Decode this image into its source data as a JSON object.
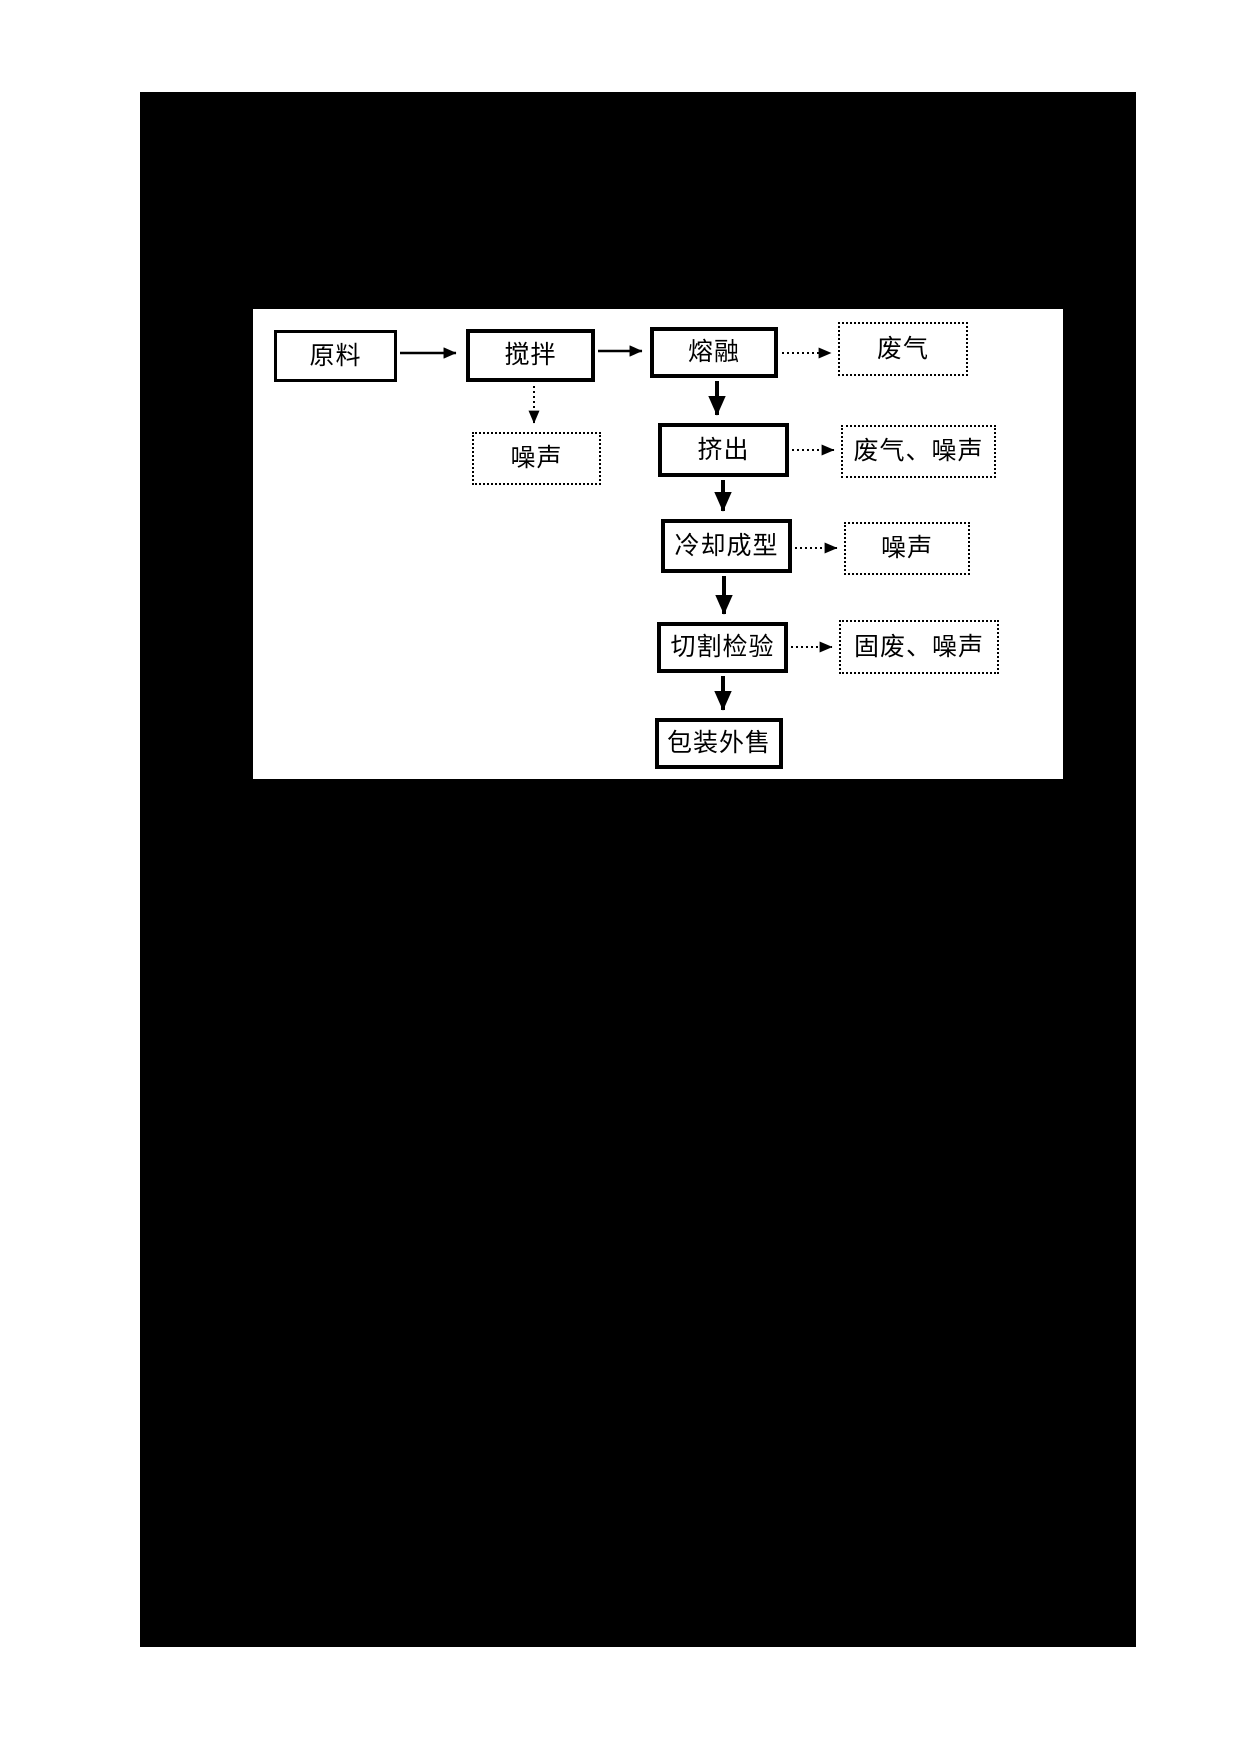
{
  "colors": {
    "page_margin": "#ffffff",
    "content_background": "#000000",
    "panel_background": "#ffffff",
    "line_color": "#000000"
  },
  "flowchart": {
    "process_steps": [
      {
        "id": "raw-material",
        "label": "原料"
      },
      {
        "id": "stirring",
        "label": "搅拌"
      },
      {
        "id": "melting",
        "label": "熔融"
      },
      {
        "id": "extrusion",
        "label": "挤出"
      },
      {
        "id": "cooling-forming",
        "label": "冷却成型"
      },
      {
        "id": "cutting-inspection",
        "label": "切割检验"
      },
      {
        "id": "packaging-sale",
        "label": "包装外售"
      }
    ],
    "emission_outputs": [
      {
        "id": "waste-gas",
        "label": "废气",
        "from": "melting"
      },
      {
        "id": "noise-from-stir",
        "label": "噪声",
        "from": "stirring"
      },
      {
        "id": "waste-gas-noise",
        "label": "废气、噪声",
        "from": "extrusion"
      },
      {
        "id": "noise-from-cool",
        "label": "噪声",
        "from": "cooling-forming"
      },
      {
        "id": "solid-waste-noise",
        "label": "固废、噪声",
        "from": "cutting-inspection"
      }
    ],
    "connections": [
      {
        "from": "原料",
        "to": "搅拌",
        "style": "solid"
      },
      {
        "from": "搅拌",
        "to": "熔融",
        "style": "solid"
      },
      {
        "from": "熔融",
        "to": "废气",
        "style": "dotted"
      },
      {
        "from": "搅拌",
        "to": "噪声",
        "style": "dotted"
      },
      {
        "from": "熔融",
        "to": "挤出",
        "style": "solid"
      },
      {
        "from": "挤出",
        "to": "废气、噪声",
        "style": "dotted"
      },
      {
        "from": "挤出",
        "to": "冷却成型",
        "style": "solid"
      },
      {
        "from": "冷却成型",
        "to": "噪声",
        "style": "dotted"
      },
      {
        "from": "冷却成型",
        "to": "切割检验",
        "style": "solid"
      },
      {
        "from": "切割检验",
        "to": "固废、噪声",
        "style": "dotted"
      },
      {
        "from": "切割检验",
        "to": "包装外售",
        "style": "solid"
      }
    ]
  }
}
